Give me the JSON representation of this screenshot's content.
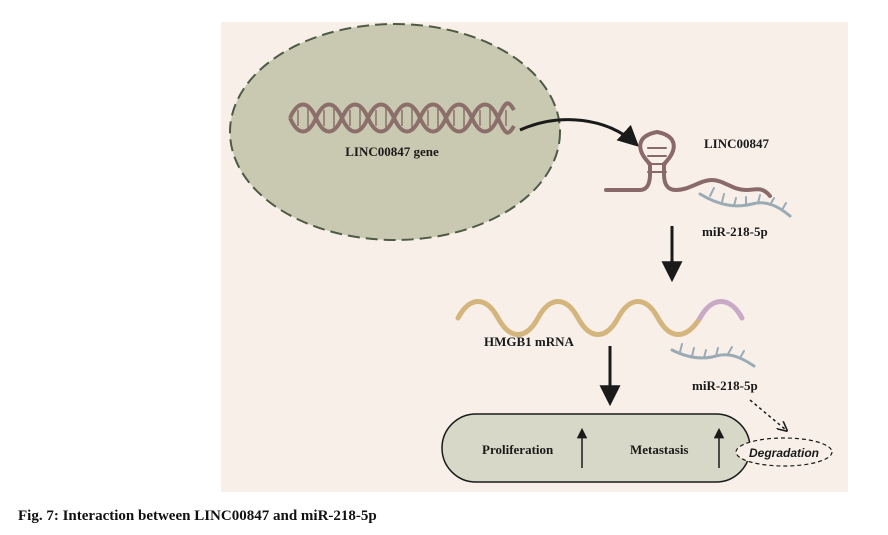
{
  "diagram": {
    "nucleus_label": "LINC00847 gene",
    "lncrna_label": "LINC00847",
    "mirna_label_top": "miR-218-5p",
    "mrna_label": "HMGB1 mRNA",
    "mirna_label_bottom": "miR-218-5p",
    "outcome_proliferation": "Proliferation",
    "outcome_metastasis": "Metastasis",
    "degradation_label": "Degradation",
    "colors": {
      "panel_background": "#f8f0e8",
      "nucleus_fill": "#c9c9b1",
      "nucleus_border": "#4f5a45",
      "dna_strand": "#8c6f6a",
      "lncrna_strand": "#8a6a68",
      "mirna_strand": "#9aabb6",
      "mrna_strand": "#d4b57d",
      "mrna_binding_site": "#c8a9c6",
      "outcome_box_fill": "#d8d8c8",
      "arrow": "#1a1a1a"
    }
  },
  "caption": {
    "text": "Fig. 7: Interaction between LINC00847 and miR-218-5p"
  }
}
